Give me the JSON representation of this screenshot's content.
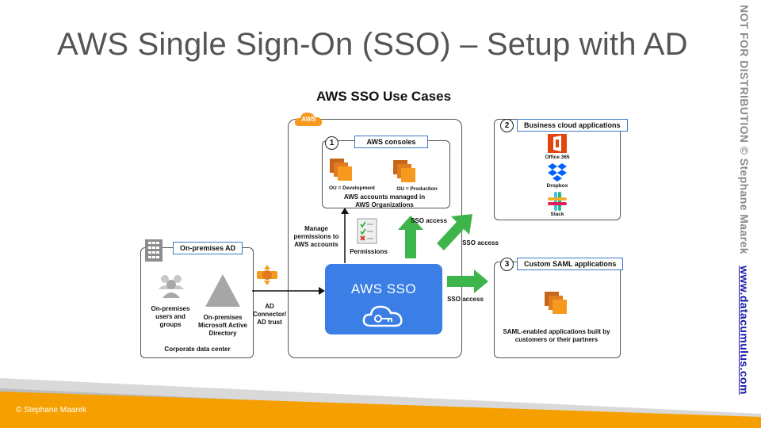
{
  "slide": {
    "title": "AWS Single Sign-On (SSO) – Setup with AD",
    "side_notice": "NOT FOR DISTRIBUTION © Stephane Maarek",
    "side_url": "www.datacumulus.com",
    "footer": "© Stephane Maarek"
  },
  "diagram": {
    "title": "AWS SSO Use Cases",
    "aws_badge": "AWS",
    "sso_label": "AWS SSO",
    "consoles": {
      "number": "1",
      "label": "AWS consoles",
      "ou_dev": "OU = Development",
      "ou_prod": "OU = Production",
      "accounts": "AWS accounts managed in AWS Organizations"
    },
    "manage_permissions": "Manage permissions to AWS accounts",
    "permissions": "Permissions",
    "sso_access": "SSO access",
    "business": {
      "number": "2",
      "label": "Business cloud applications",
      "apps": [
        "Office 365",
        "Dropbox",
        "Slack"
      ]
    },
    "custom": {
      "number": "3",
      "label": "Custom SAML applications",
      "desc": "SAML-enabled applications built by customers or their partners"
    },
    "onprem": {
      "label": "On-premises AD",
      "users": "On-premises users and groups",
      "ad": "On-premises Microsoft Active Directory",
      "dc": "Corporate data center"
    },
    "connector": "AD Connector/ AD trust"
  },
  "colors": {
    "aws_orange": "#f7981f",
    "sso_blue": "#3a7ee6",
    "arrow_green": "#3db54a",
    "label_border": "#3b78c7"
  }
}
